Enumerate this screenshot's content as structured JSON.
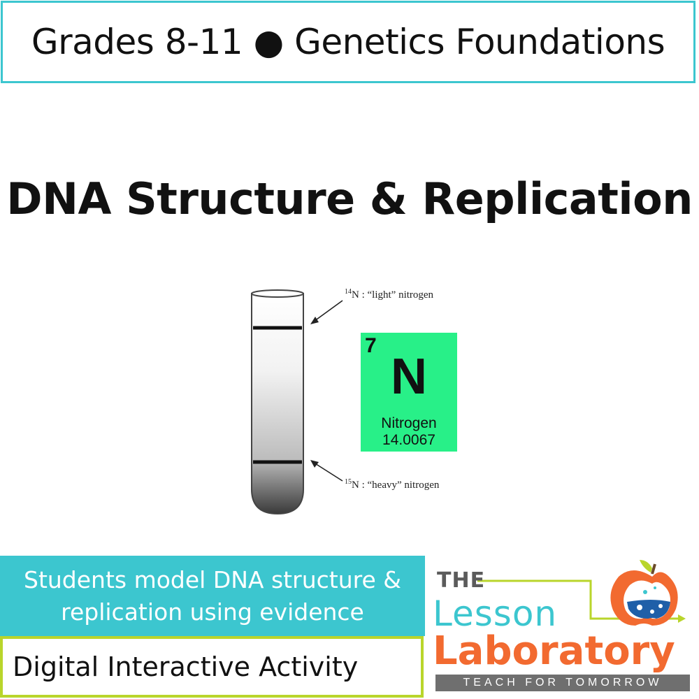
{
  "header": {
    "banner": "Grades 8-11 ● Genetics Foundations"
  },
  "title": "DNA Structure  & Replication",
  "figure": {
    "light_label_iso": "14",
    "light_label_text": "N : “light” nitrogen",
    "heavy_label_iso": "15",
    "heavy_label_text": "N : “heavy” nitrogen",
    "element": {
      "number": "7",
      "symbol": "N",
      "name": "Nitrogen",
      "mass": "14.0067"
    }
  },
  "description": {
    "line1": "Students model DNA structure &",
    "line2": "replication using evidence"
  },
  "activity_type": "Digital Interactive Activity",
  "logo": {
    "the": "THE",
    "lesson": "Lesson",
    "laboratory": "Laboratory",
    "tagline": "TEACH FOR TOMORROW"
  },
  "colors": {
    "teal": "#3cc6cf",
    "lime": "#b9d52b",
    "element_green": "#28f088",
    "orange": "#f26a30",
    "gray": "#6f6f6f"
  }
}
